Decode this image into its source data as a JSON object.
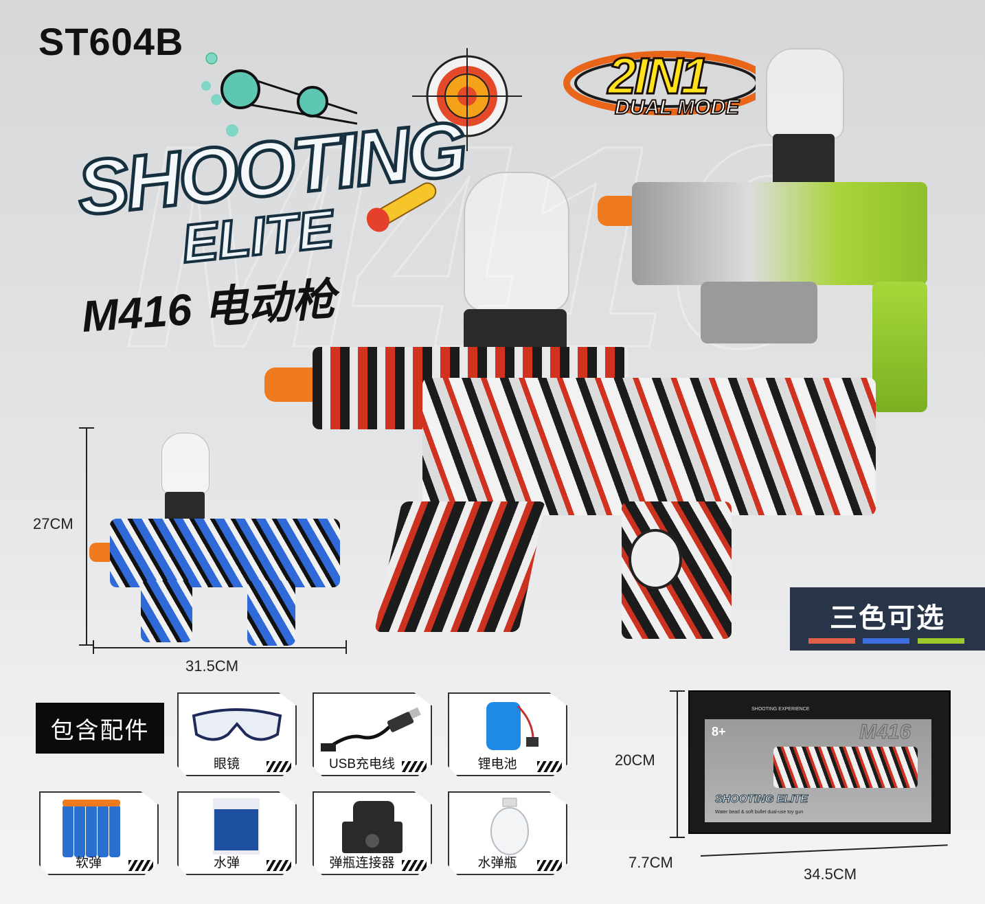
{
  "header": {
    "model_number": "ST604B",
    "brand_logo_line1": "SHOOTING",
    "brand_logo_line2": "ELITE",
    "product_title": "M416 电动枪",
    "watermark": "M416"
  },
  "badge": {
    "number": "2IN1",
    "mode": "DUAL MODE"
  },
  "dimensions": {
    "gun_height": "27CM",
    "gun_length": "31.5CM",
    "box_height": "20CM",
    "box_depth": "7.7CM",
    "box_length": "34.5CM"
  },
  "color_options": {
    "label": "三色可选",
    "colors": [
      "#e0614a",
      "#3d6fe0",
      "#9ccb2b"
    ]
  },
  "accessories": {
    "heading": "包含配件",
    "items": [
      {
        "label": "眼镜",
        "icon": "goggles-icon"
      },
      {
        "label": "USB充电线",
        "icon": "usb-cable-icon"
      },
      {
        "label": "锂电池",
        "icon": "battery-icon"
      },
      {
        "label": "软弹",
        "icon": "foam-darts-icon"
      },
      {
        "label": "水弹",
        "icon": "water-beads-icon"
      },
      {
        "label": "弹瓶连接器",
        "icon": "bottle-connector-icon"
      },
      {
        "label": "水弹瓶",
        "icon": "bead-bottle-icon"
      }
    ]
  },
  "package_box": {
    "age_label": "8+",
    "model_print": "M416",
    "logo": "SHOOTING ELITE",
    "tagline": "Water bead & soft bullet dual-use toy gun",
    "side_text": "SHOOTING EXPERIENCE"
  }
}
